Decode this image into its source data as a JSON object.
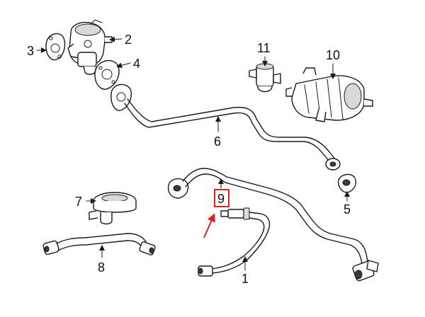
{
  "callouts": {
    "c1": "1",
    "c2": "2",
    "c3": "3",
    "c4": "4",
    "c5": "5",
    "c6": "6",
    "c7": "7",
    "c8": "8",
    "c9": "9",
    "c10": "10",
    "c11": "11"
  },
  "highlight": {
    "callout": "9",
    "box_color": "#e02020",
    "arrow_color": "#e02020"
  }
}
